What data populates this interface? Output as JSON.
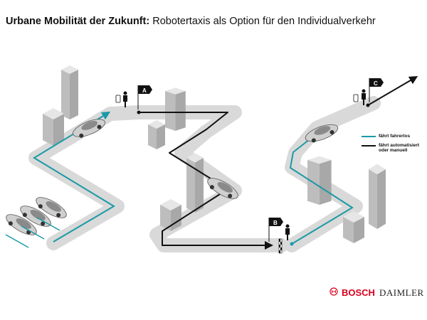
{
  "title": {
    "bold": "Urbane Mobilität der Zukunft:",
    "regular": " Robotertaxis als Option für den Individualverkehr"
  },
  "points": {
    "a": "A",
    "b": "B",
    "c": "C"
  },
  "legend": {
    "driverless": "fährt fahrerlos",
    "automated_line1": "fährt automatisiert",
    "automated_line2": "oder manuell"
  },
  "colors": {
    "driverless": "#1a9aa6",
    "automated": "#111111",
    "road": "#d9d9d9",
    "building": "#c8c8c8"
  },
  "logos": {
    "bosch": "BOSCH",
    "daimler": "DAIMLER"
  }
}
